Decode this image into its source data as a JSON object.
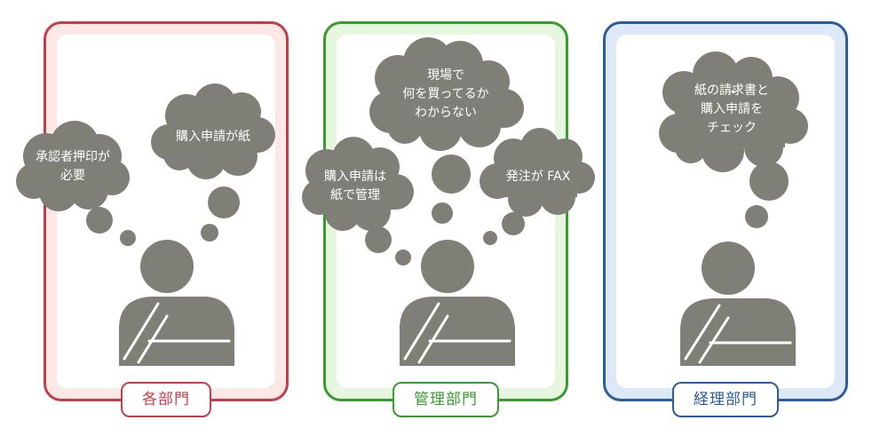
{
  "colors": {
    "figure": "#807f77",
    "text_on_cloud": "#ffffff",
    "panel_1_border": "#c0404a",
    "panel_1_fill": "#fde8e8",
    "panel_2_border": "#3a9a30",
    "panel_2_fill": "#e6f6df",
    "panel_3_border": "#2a5d9a",
    "panel_3_fill": "#dde9f8"
  },
  "panels": [
    {
      "label": "各部門",
      "thoughts": [
        {
          "lines": [
            "承認者押印が",
            "必要"
          ]
        },
        {
          "lines": [
            "購入申請が紙"
          ]
        }
      ]
    },
    {
      "label": "管理部門",
      "thoughts": [
        {
          "lines": [
            "現場で",
            "何を買ってるか",
            "わからない"
          ]
        },
        {
          "lines": [
            "購入申請は",
            "紙で管理"
          ]
        },
        {
          "lines": [
            "発注が FAX"
          ]
        }
      ]
    },
    {
      "label": "経理部門",
      "thoughts": [
        {
          "lines": [
            "紙の請求書と",
            "購入申請を",
            "チェック"
          ]
        }
      ]
    }
  ]
}
